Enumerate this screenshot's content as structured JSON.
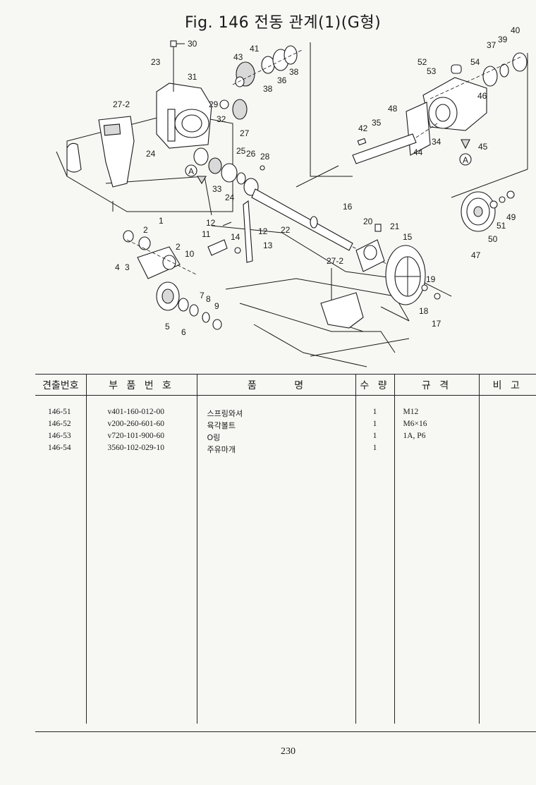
{
  "figure": {
    "title": "Fig. 146  전동 관계(1)(G형)",
    "callouts": [
      "30",
      "23",
      "31",
      "43",
      "41",
      "38",
      "36",
      "38",
      "52",
      "53",
      "54",
      "37",
      "39",
      "40",
      "29",
      "27-2",
      "32",
      "27",
      "35",
      "48",
      "42",
      "46",
      "34",
      "44",
      "45",
      "24",
      "25",
      "26",
      "28",
      "A",
      "33",
      "24",
      "A",
      "22",
      "16",
      "12",
      "12",
      "20",
      "21",
      "15",
      "11",
      "14",
      "13",
      "10",
      "1",
      "2",
      "2",
      "4",
      "3",
      "27-2",
      "19",
      "7",
      "8",
      "9",
      "5",
      "6",
      "18",
      "17",
      "47",
      "51",
      "49",
      "50"
    ]
  },
  "table": {
    "headers": {
      "no": "견출번호",
      "part_no": "부 품 번 호",
      "name": "품        명",
      "qty": "수 량",
      "spec": "규 격",
      "note": "비 고"
    },
    "rows": [
      {
        "no": "146-51",
        "part_no": "v401-160-012-00",
        "name": "스프링와셔",
        "qty": "1",
        "spec": "M12"
      },
      {
        "no": "146-52",
        "part_no": "v200-260-601-60",
        "name": "육각볼트",
        "qty": "1",
        "spec": "M6×16"
      },
      {
        "no": "146-53",
        "part_no": "v720-101-900-60",
        "name": "O링",
        "qty": "1",
        "spec": "1A, P6"
      },
      {
        "no": "146-54",
        "part_no": "3560-102-029-10",
        "name": "주유마개",
        "qty": "1",
        "spec": ""
      }
    ]
  },
  "page_number": "230"
}
